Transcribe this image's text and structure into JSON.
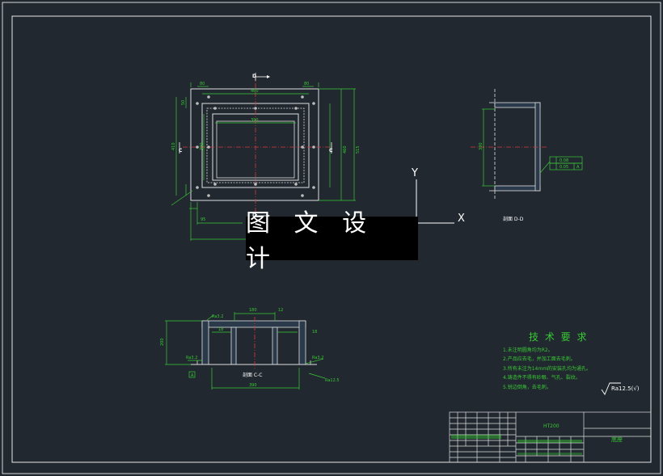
{
  "watermark": "图 文 设 计",
  "axes": {
    "y": "Y",
    "x": "X"
  },
  "views": {
    "top": {
      "dims": {
        "w80a": "80",
        "w80b": "80",
        "w460": "460",
        "w390": "390",
        "h410": "410",
        "h460": "460",
        "h515": "515",
        "h390": "390",
        "s50": "50",
        "s95": "95"
      },
      "section_marks": [
        "D",
        "C",
        "C",
        "D"
      ]
    },
    "side": {
      "label": "剖面 D-D",
      "dim_330": "330",
      "tol1": "0.08",
      "tol2": "0.05",
      "datum": "A"
    },
    "front": {
      "label": "剖面 C-C",
      "dim_180": "180",
      "dim_18a": "18",
      "dim_18b": "18",
      "dim_12": "12",
      "dim_200": "200",
      "dim_390": "390",
      "rough": [
        "Ra3.2",
        "Ra3.2",
        "Ra3.2",
        "Ra12.5"
      ],
      "datum": "A"
    }
  },
  "tech_req": {
    "title": "技 术 要 求",
    "items": [
      "1.未注明圆角均为R2。",
      "2.产品应去毛，并加工面去毛刺。",
      "3.所有未注为14mm的安装孔均为通孔。",
      "4.铸造件不得有砂眼、气孔、裂纹。",
      "5.锐边倒角，去毛刺。"
    ],
    "roughness": "Ra12.5(√)"
  },
  "title_block": {
    "material": "HT200",
    "part_name": "底座"
  }
}
